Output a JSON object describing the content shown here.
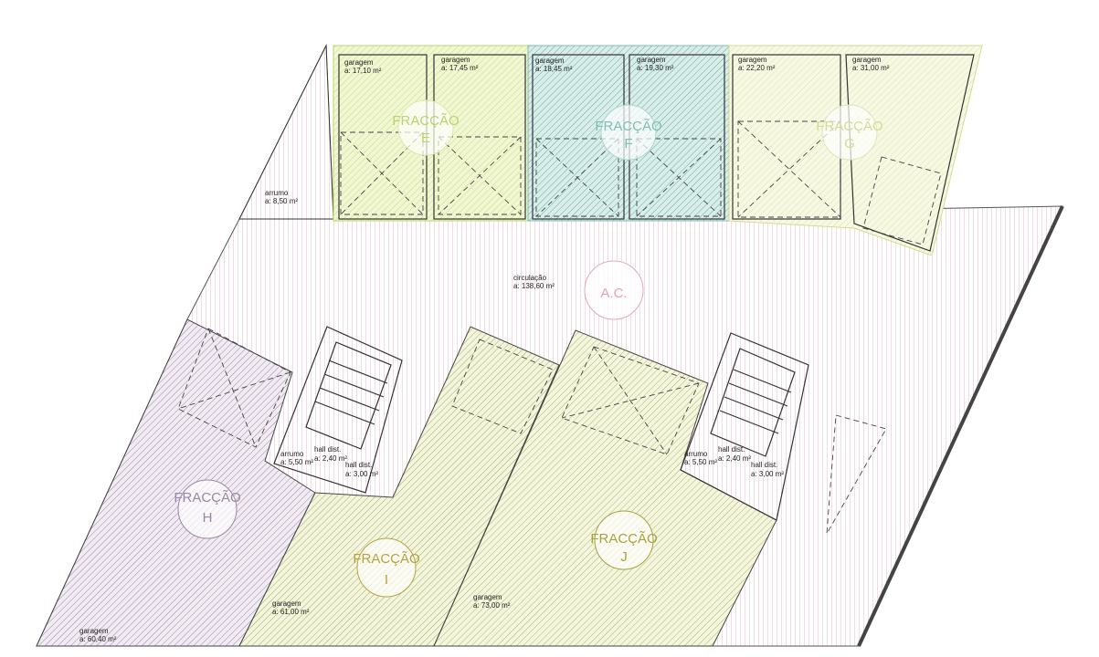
{
  "plan": {
    "garages_top": [
      {
        "name": "garagem",
        "area": "a:  17,10 m²"
      },
      {
        "name": "garagem",
        "area": "a:  17,45 m²"
      },
      {
        "name": "garagem",
        "area": "a:  18,45 m²"
      },
      {
        "name": "garagem",
        "area": "a:  19,30 m²"
      },
      {
        "name": "garagem",
        "area": "a:  22,20 m²"
      },
      {
        "name": "garagem",
        "area": "a:  31,00 m²"
      }
    ],
    "arrumo_top": {
      "name": "arrumo",
      "area": "a:  8,50 m²"
    },
    "circulacao": {
      "name": "circulação",
      "area": "a:  138,60 m²",
      "tag": "A.C."
    },
    "fraccoes": [
      {
        "word": "FRACÇÃO",
        "letter": "E",
        "color": "#dcea9c"
      },
      {
        "word": "FRACÇÃO",
        "letter": "F",
        "color": "#a9d6cc"
      },
      {
        "word": "FRACÇÃO",
        "letter": "G",
        "color": "#e9efb8"
      },
      {
        "word": "FRACÇÃO",
        "letter": "H",
        "color": "#cdb8d6"
      },
      {
        "word": "FRACÇÃO",
        "letter": "I",
        "color": "#d8e29a"
      },
      {
        "word": "FRACÇÃO",
        "letter": "J",
        "color": "#dfe5a2"
      }
    ],
    "garages_bottom": [
      {
        "name": "garagem",
        "area": "a:  60,40 m²"
      },
      {
        "name": "garagem",
        "area": "a:  61,00 m²"
      },
      {
        "name": "garagem",
        "area": "a:  73,00 m²"
      }
    ],
    "cores": [
      {
        "arrumo": "arrumo",
        "arrumo_area": "a:  5,50 m²",
        "hall1": "hall dist.",
        "hall1_area": "a:  2,40 m²",
        "hall2": "hall dist.",
        "hall2_area": "a:  3,00 m²"
      },
      {
        "arrumo": "arrumo",
        "arrumo_area": "a:  5,50 m²",
        "hall1": "hall dist.",
        "hall1_area": "a:  2,40 m²",
        "hall2": "hall dist.",
        "hall2_area": "a:  3,00 m²"
      }
    ],
    "colors": {
      "circulation": "#e3a7b8",
      "label_E": "#b9d46a",
      "label_F": "#7cbfb0",
      "label_G": "#d4dc92",
      "label_H": "#9a86a6",
      "label_I": "#b8a23c",
      "label_J": "#a8a23c",
      "label_AC": "#e3a0b4"
    }
  }
}
